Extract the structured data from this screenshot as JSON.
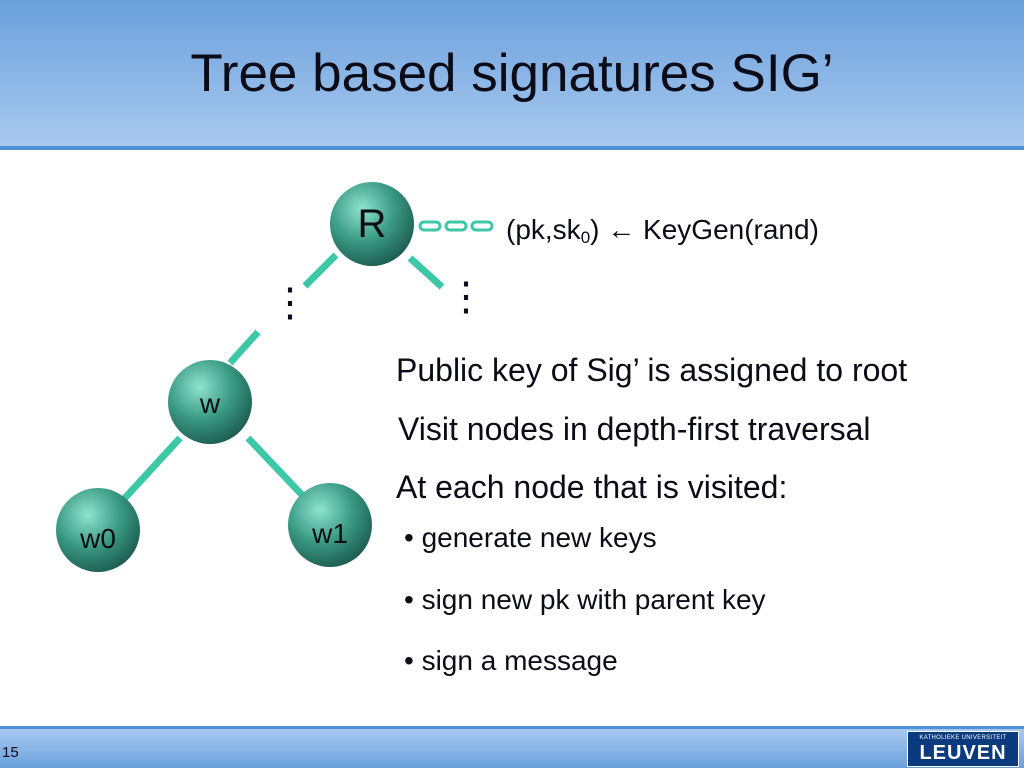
{
  "slide": {
    "title": "Tree based signatures SIG’",
    "number": "15"
  },
  "logo": {
    "subtitle": "KATHOLIEKE UNIVERSITEIT",
    "name": "LEUVEN"
  },
  "tree": {
    "root_label": "R",
    "node_w_label": "w",
    "node_w0_label": "w0",
    "node_w1_label": "w1",
    "ellipsis_left": "⋮",
    "ellipsis_right": "⋮"
  },
  "keygen": {
    "prefix": "(pk,sk",
    "subscript": "0",
    "suffix": ") ← KeyGen(rand)"
  },
  "body": {
    "line1": "Public key of Sig’ is assigned to root",
    "line2": "Visit nodes in depth-first traversal",
    "line3": "At each node that is visited:",
    "bullets": [
      "• generate new keys",
      "• sign new pk with parent key",
      "• sign a message"
    ]
  },
  "colors": {
    "node_fill": "#3a9a84",
    "edge": "#3cc7a6",
    "header": "#6aa0dc",
    "logo_bg": "#0b3a7e"
  }
}
